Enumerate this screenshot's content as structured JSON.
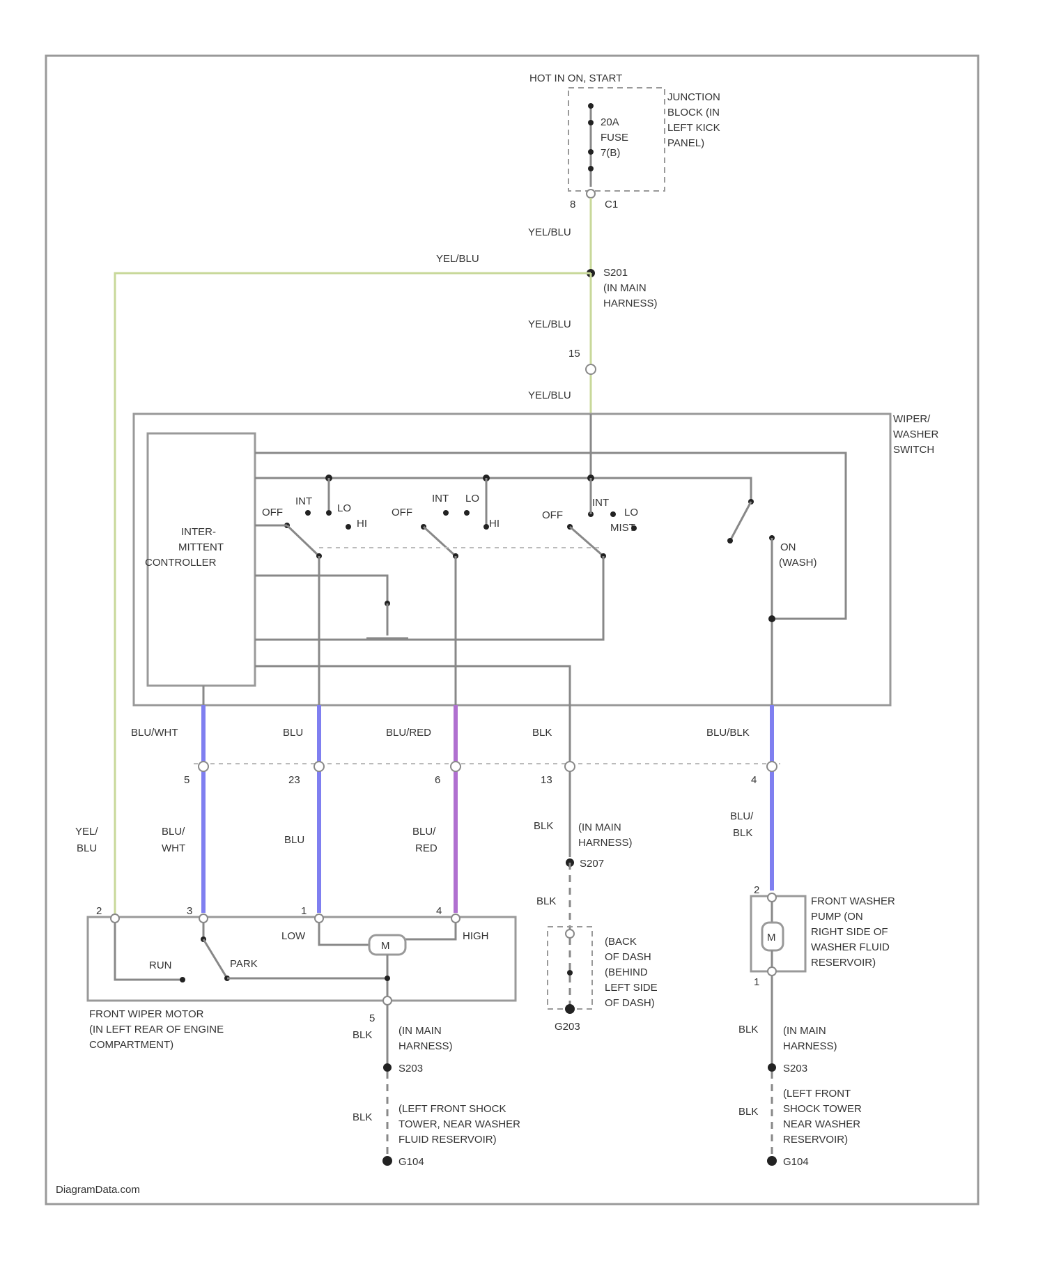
{
  "power": {
    "hot_label": "HOT IN ON, START",
    "fuse_lines": [
      "20A",
      "FUSE",
      "7(B)"
    ],
    "junction_block": [
      "JUNCTION",
      "BLOCK (IN",
      "LEFT KICK",
      "PANEL)"
    ],
    "pin_num": "8",
    "pin_conn": "C1"
  },
  "splice_top": {
    "id": "S201",
    "loc": [
      "(IN MAIN",
      "HARNESS)"
    ]
  },
  "wires": {
    "yel_blu": "YEL/BLU",
    "yel_blu_a": "YEL/",
    "yel_blu_b": "BLU",
    "blu_wht": "BLU/WHT",
    "blu_wht_a": "BLU/",
    "blu_wht_b": "WHT",
    "blu": "BLU",
    "blu_red": "BLU/RED",
    "blu_red_a": "BLU/",
    "blu_red_b": "RED",
    "blk": "BLK",
    "blu_blk": "BLU/BLK",
    "blu_blk_a": "BLU/",
    "blu_blk_b": "BLK"
  },
  "conn15": "15",
  "switch_label": [
    "WIPER/",
    "WASHER",
    "SWITCH"
  ],
  "controller_label": [
    "INTER-",
    "MITTENT",
    "CONTROLLER"
  ],
  "switch_positions": {
    "off": "OFF",
    "int": "INT",
    "lo": "LO",
    "hi": "HI",
    "mist": "MIST",
    "on_wash": [
      "ON",
      "(WASH)"
    ]
  },
  "conn_pins": [
    "5",
    "23",
    "6",
    "13",
    "4"
  ],
  "motor": {
    "pins": [
      "2",
      "3",
      "1",
      "4"
    ],
    "low": "LOW",
    "high": "HIGH",
    "run": "RUN",
    "park": "PARK",
    "m": "M",
    "label": [
      "FRONT WIPER MOTOR",
      "(IN LEFT REAR OF ENGINE",
      "COMPARTMENT)"
    ],
    "gnd_pin": "5"
  },
  "splice_s207": {
    "id": "S207",
    "loc": [
      "(IN MAIN",
      "HARNESS)"
    ]
  },
  "ground_g203": {
    "id": "G203",
    "loc": [
      "(BACK",
      "OF DASH",
      "(BEHIND",
      "LEFT SIDE",
      "OF DASH)"
    ]
  },
  "splice_s203": {
    "id": "S203",
    "loc": [
      "(IN MAIN",
      "HARNESS)"
    ]
  },
  "ground_g104": {
    "id": "G104",
    "loc": [
      "(LEFT FRONT SHOCK",
      "TOWER, NEAR WASHER",
      "FLUID RESERVOIR)"
    ]
  },
  "pump": {
    "pin_top": "2",
    "pin_bot": "1",
    "m": "M",
    "label": [
      "FRONT WASHER",
      "PUMP (ON",
      "RIGHT SIDE OF",
      "WASHER FLUID",
      "RESERVOIR)"
    ]
  },
  "splice_s203b": {
    "id": "S203",
    "loc": [
      "(IN MAIN",
      "HARNESS)"
    ]
  },
  "ground_g104b": {
    "id": "G104",
    "loc": [
      "(LEFT FRONT",
      "SHOCK TOWER",
      "NEAR WASHER",
      "RESERVOIR)"
    ]
  },
  "watermark": "DiagramData.com"
}
